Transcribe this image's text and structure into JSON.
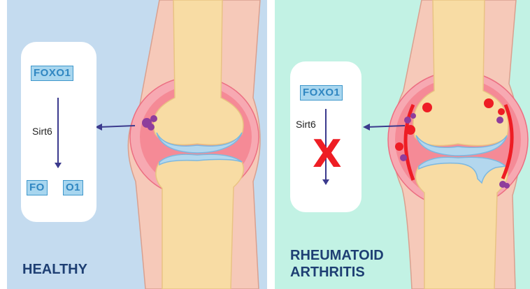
{
  "healthy": {
    "title": "HEALTHY",
    "gene_top": "FOXO1",
    "enzyme": "Sirt6",
    "gene_cleaved_left": "FO",
    "gene_cleaved_right": "O1"
  },
  "ra": {
    "title_line1": "RHEUMATOID",
    "title_line2": "ARTHRITIS",
    "gene_top": "FOXO1",
    "enzyme": "Sirt6",
    "blocked_mark": "X"
  },
  "colors": {
    "healthy_bg": "#c4dbef",
    "ra_bg": "#c2f2e4",
    "bone": "#f8dca4",
    "skin": "#f6c9b9",
    "synovium": "#f58a96",
    "cartilage": "#b3d7ee",
    "text_blue": "#1e3f73",
    "block_red": "#ee1d24"
  }
}
